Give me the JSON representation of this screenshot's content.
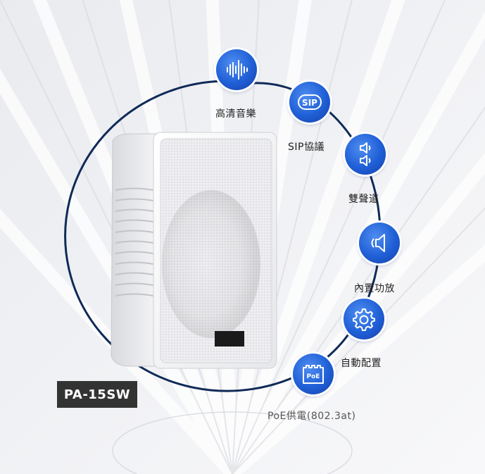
{
  "model": "PA-15SW",
  "colors": {
    "icon_blue": "#1f5fd6",
    "arc_navy": "#0f2a57",
    "badge_bg": "#333333"
  },
  "features": [
    {
      "label": "高清音樂",
      "icon": "sound-wave-icon"
    },
    {
      "label": "SIP協議",
      "icon": "sip-icon",
      "icon_text": "SIP"
    },
    {
      "label": "雙聲道",
      "icon": "dual-channel-speaker-icon"
    },
    {
      "label": "內置功放",
      "icon": "speaker-amplifier-icon"
    },
    {
      "label": "自動配置",
      "icon": "gear-icon"
    },
    {
      "label": "PoE供電(802.3at)",
      "icon": "poe-icon",
      "icon_text": "PoE"
    }
  ]
}
